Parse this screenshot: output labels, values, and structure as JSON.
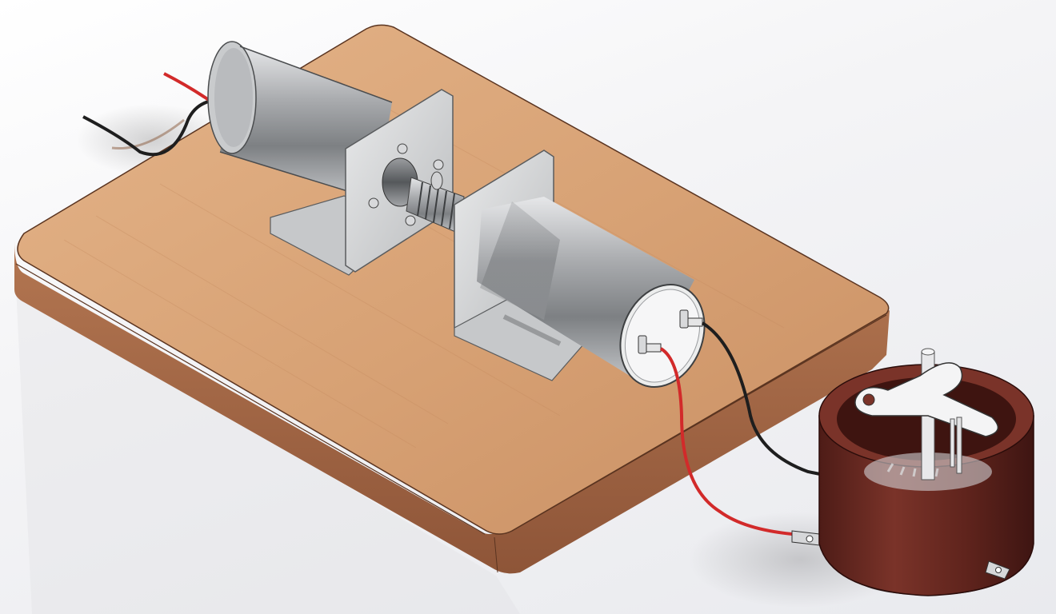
{
  "scene": {
    "colors": {
      "background": "#f2f2f4",
      "board_top": "#d9a577",
      "board_side": "#a86a47",
      "motor_metal": "#b8babd",
      "bracket_metal": "#cfd0d2",
      "wire_red": "#d22a2a",
      "wire_black": "#1e1e1e",
      "coil_brown": "#6b2a22"
    },
    "objects": [
      "wooden-base-board",
      "dc-motor-left",
      "dc-motor-right",
      "motor-bracket-left",
      "motor-bracket-right",
      "shaft-coupler",
      "wire-red",
      "wire-black",
      "rheostat-coil"
    ]
  }
}
